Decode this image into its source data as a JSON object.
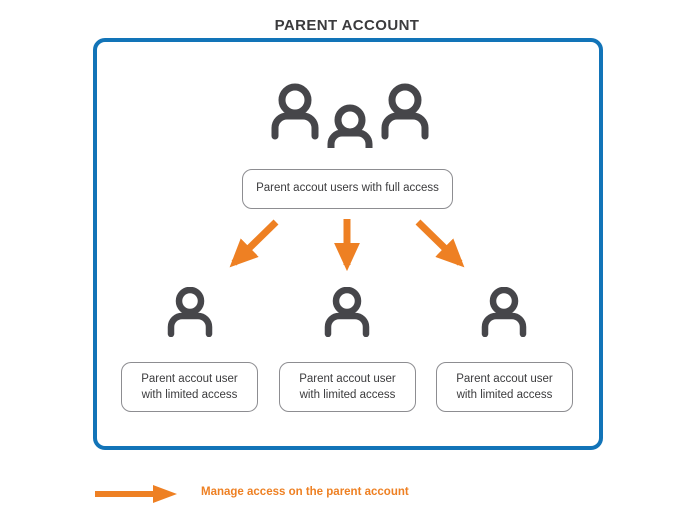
{
  "diagram": {
    "title": "PARENT ACCOUNT",
    "type": "hierarchy",
    "colors": {
      "frame_blue": "#1274b8",
      "arrow_orange": "#ee8023",
      "icon_gray": "#46464a",
      "box_border": "#8d8d91",
      "text_dark": "#3b3b3d",
      "background": "#ffffff"
    },
    "frame": {
      "name": "parent-account-frame",
      "border_color": "#1274b8"
    },
    "top_node": {
      "icon": "three-people-icon",
      "people_count": 3,
      "label": "Parent accout users with full access"
    },
    "arrows": [
      {
        "name": "arrow-to-child-1",
        "direction": "down-left",
        "color": "#ee8023"
      },
      {
        "name": "arrow-to-child-2",
        "direction": "down",
        "color": "#ee8023"
      },
      {
        "name": "arrow-to-child-3",
        "direction": "down-right",
        "color": "#ee8023"
      }
    ],
    "children": [
      {
        "icon": "person-icon",
        "line1": "Parent accout user",
        "line2": "with limited access"
      },
      {
        "icon": "person-icon",
        "line1": "Parent accout user",
        "line2": "with limited access"
      },
      {
        "icon": "person-icon",
        "line1": "Parent accout user",
        "line2": "with limited access"
      }
    ],
    "legend": {
      "icon": "right-arrow-icon",
      "label": "Manage access on the parent account",
      "color": "#ee8023"
    }
  }
}
